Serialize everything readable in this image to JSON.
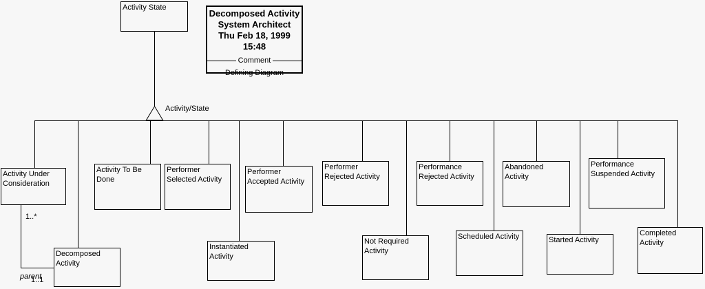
{
  "page": {
    "background": "#f7f7f7",
    "line_color": "#000000"
  },
  "root_box": {
    "label": "Activity State"
  },
  "title_block": {
    "lines": [
      "Decomposed Activity",
      "System Architect",
      "Thu Feb 18, 1999",
      "15:48"
    ],
    "separator_label": "Comment",
    "footer_label": "Defining Diagram"
  },
  "connector": {
    "label": "Activity/State"
  },
  "association": {
    "cardinality_top": "1..*",
    "role": "parent",
    "cardinality_bottom": "1..1"
  },
  "nodes": [
    {
      "label": "Activity Under Consideration"
    },
    {
      "label": "Activity To Be Done"
    },
    {
      "label": "Performer Selected Activity"
    },
    {
      "label": "Performer Accepted Activity"
    },
    {
      "label": "Performer Rejected Activity"
    },
    {
      "label": "Performance Rejected Activity"
    },
    {
      "label": "Abandoned Activity"
    },
    {
      "label": "Performance Suspended Activity"
    },
    {
      "label": "Decomposed Activity"
    },
    {
      "label": "Instantiated Activity"
    },
    {
      "label": "Not Required Activity"
    },
    {
      "label": "Scheduled Activity"
    },
    {
      "label": "Started Activity"
    },
    {
      "label": "Completed Activity"
    }
  ]
}
